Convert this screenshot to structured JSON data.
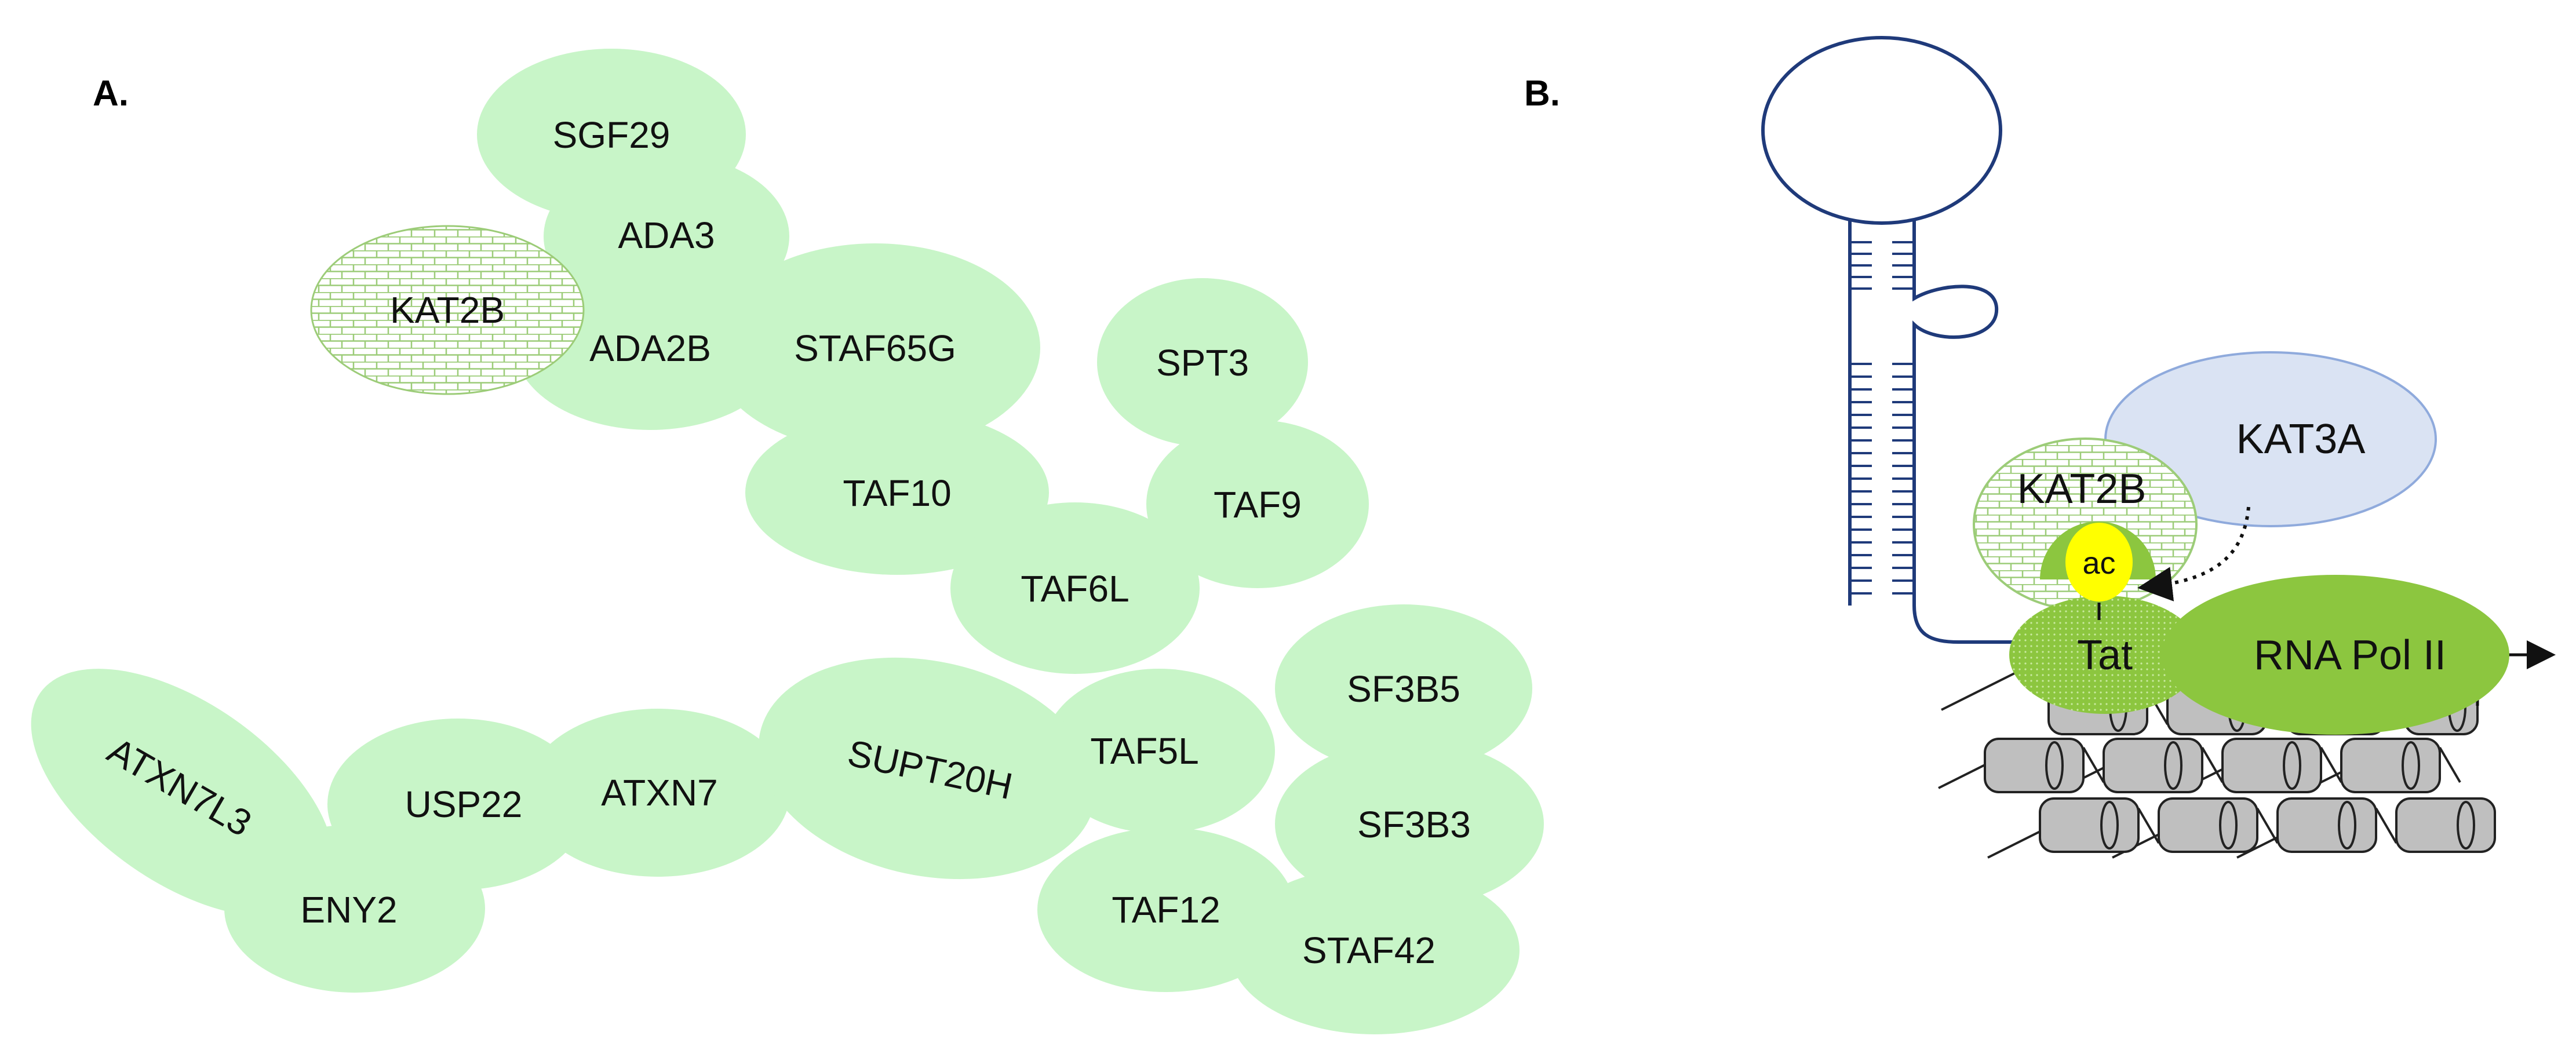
{
  "panels": {
    "a": "A.",
    "b": "B."
  },
  "subunits": {
    "sgf29": "SGF29",
    "ada3": "ADA3",
    "kat2b": "KAT2B",
    "ada2b": "ADA2B",
    "staf65g": "STAF65G",
    "spt3": "SPT3",
    "taf10": "TAF10",
    "taf9": "TAF9",
    "taf6l": "TAF6L",
    "sf3b5": "SF3B5",
    "atxn7l3": "ATXN7L3",
    "usp22": "USP22",
    "atxn7": "ATXN7",
    "supt20h": "SUPT20H",
    "taf5l": "TAF5L",
    "sf3b3": "SF3B3",
    "eny2": "ENY2",
    "taf12": "TAF12",
    "staf42": "STAF42"
  },
  "panel_b": {
    "kat3a": "KAT3A",
    "kat2b": "KAT2B",
    "ac": "ac",
    "tat": "Tat",
    "rna_pol": "RNA Pol II"
  },
  "colors": {
    "subunit": "#c8f5c8",
    "kat2b_pattern": "#9ccc78",
    "kat3a": "#dae3f3",
    "tat": "#8cc63f",
    "rna_pol": "#8cc63f",
    "ac": "#ffff00",
    "tar_rna": "#1f3a7a",
    "nucleosome": "#bfbfbf"
  }
}
